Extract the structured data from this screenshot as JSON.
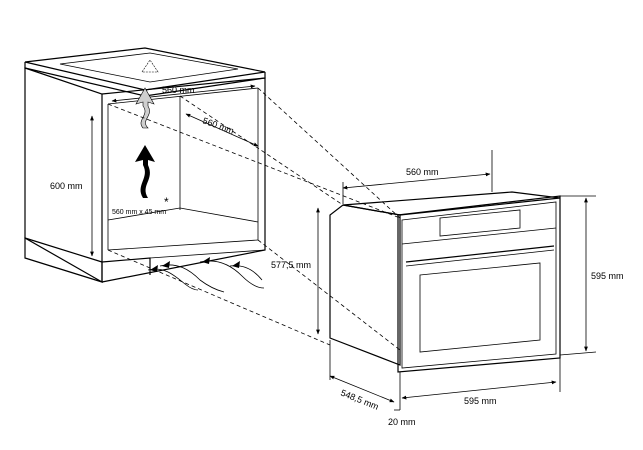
{
  "cabinet": {
    "width_label": "560 mm",
    "depth_label": "560 mm",
    "height_label": "600 mm",
    "vent_label": "560 mm x 45 mm",
    "asterisk": "*"
  },
  "oven": {
    "width_label": "560 mm",
    "side_height_label": "577,5 mm",
    "front_height_label": "595 mm",
    "front_width_label": "595 mm",
    "depth_label": "548,5 mm",
    "front_thickness_label": "20 mm"
  },
  "colors": {
    "line": "#000000",
    "arrow_fill": "#000000",
    "arrow_light": "#cfcfcf"
  }
}
